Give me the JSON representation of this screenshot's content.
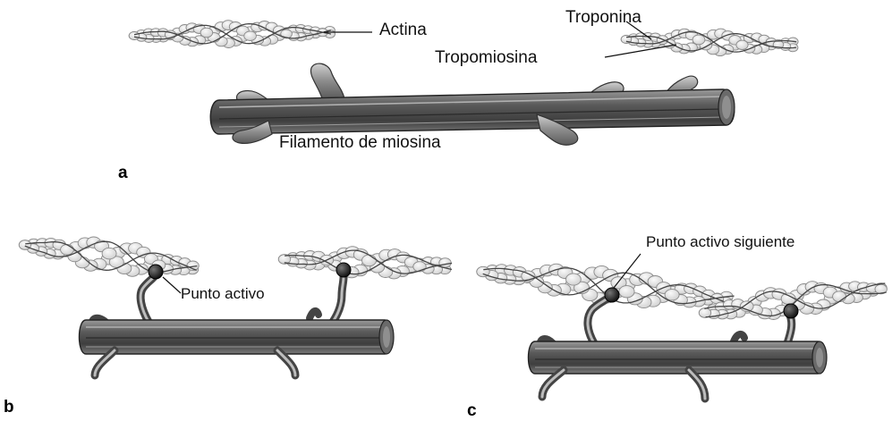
{
  "figure": {
    "panel_a": {
      "letter": "a",
      "labels": {
        "actina": "Actina",
        "troponina": "Troponina",
        "tropomiosina": "Tropomiosina",
        "filamento": "Filamento de miosina"
      }
    },
    "panel_b": {
      "letter": "b",
      "labels": {
        "punto_activo": "Punto activo"
      }
    },
    "panel_c": {
      "letter": "c",
      "labels": {
        "punto_activo_siguiente": "Punto activo siguiente"
      }
    }
  },
  "colors": {
    "background": "#ffffff",
    "ink": "#111111",
    "rod_dark": "#4a4a4a",
    "rod_light": "#bdbdbd",
    "bead_fill": "#e4e4e4",
    "bead_stroke": "#8a8a8a",
    "active_site": "#1a1a1a"
  }
}
